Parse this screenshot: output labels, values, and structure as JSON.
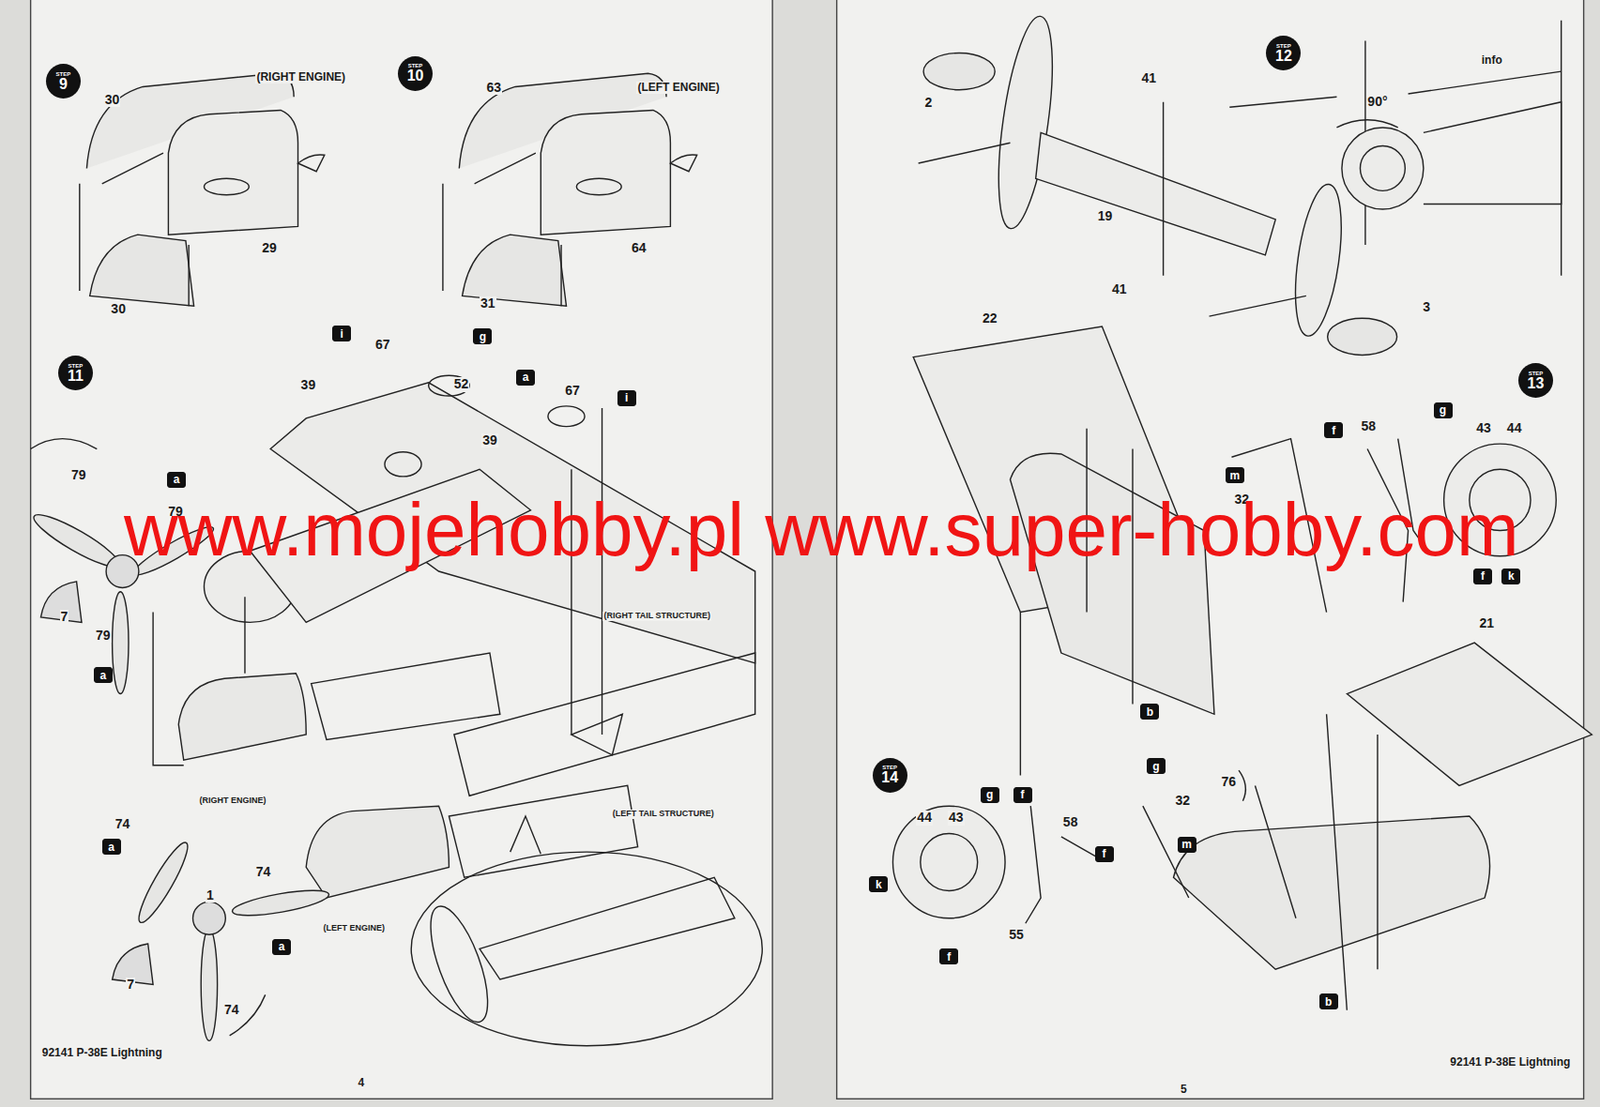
{
  "diagram": {
    "nodes": [
      {
        "text": [
          "STEP",
          "9"
        ]
      },
      {
        "text": [
          "STEP",
          "10"
        ]
      },
      {
        "text": [
          "STEP",
          "11"
        ]
      },
      {
        "text": [
          "i"
        ]
      },
      {
        "text": [
          "g"
        ]
      },
      {
        "text": [
          "a"
        ]
      },
      {
        "text": [
          "i"
        ]
      },
      {
        "text": [
          "a"
        ]
      },
      {
        "text": [
          "a"
        ]
      },
      {
        "text": [
          "a"
        ]
      },
      {
        "text": [
          "a"
        ]
      },
      {
        "text": [
          "STEP",
          "12"
        ]
      },
      {
        "text": [
          "STEP",
          "13"
        ]
      },
      {
        "text": [
          "m"
        ]
      },
      {
        "text": [
          "f"
        ]
      },
      {
        "text": [
          "g"
        ]
      },
      {
        "text": [
          "f"
        ]
      },
      {
        "text": [
          "k"
        ]
      },
      {
        "text": [
          "b"
        ]
      },
      {
        "text": [
          "STEP",
          "14"
        ]
      },
      {
        "text": [
          "g"
        ]
      },
      {
        "text": [
          "g"
        ]
      },
      {
        "text": [
          "f"
        ]
      },
      {
        "text": [
          "f"
        ]
      },
      {
        "text": [
          "k"
        ]
      },
      {
        "text": [
          "f"
        ]
      },
      {
        "text": [
          "m"
        ]
      },
      {
        "text": [
          "b"
        ]
      }
    ],
    "labels": [
      "(RIGHT ENGINE)",
      "30",
      "29",
      "30",
      "(LEFT ENGINE)",
      "63",
      "64",
      "31",
      "67",
      "39",
      "52",
      "67",
      "39",
      "79",
      "79",
      "7",
      "79",
      "(RIGHT TAIL STRUCTURE)",
      "(RIGHT ENGINE)",
      "(LEFT TAIL STRUCTURE)",
      "74",
      "74",
      "1",
      "(LEFT ENGINE)",
      "7",
      "74",
      "92141 P-38E Lightning",
      "4",
      "2",
      "41",
      "info",
      "90°",
      "19",
      "41",
      "3",
      "22",
      "58",
      "43",
      "44",
      "32",
      "21",
      "76",
      "44",
      "43",
      "58",
      "32",
      "55",
      "92141 P-38E Lightning",
      "5",
      "www.mojehobby.pl www.super-hobby.com"
    ]
  }
}
